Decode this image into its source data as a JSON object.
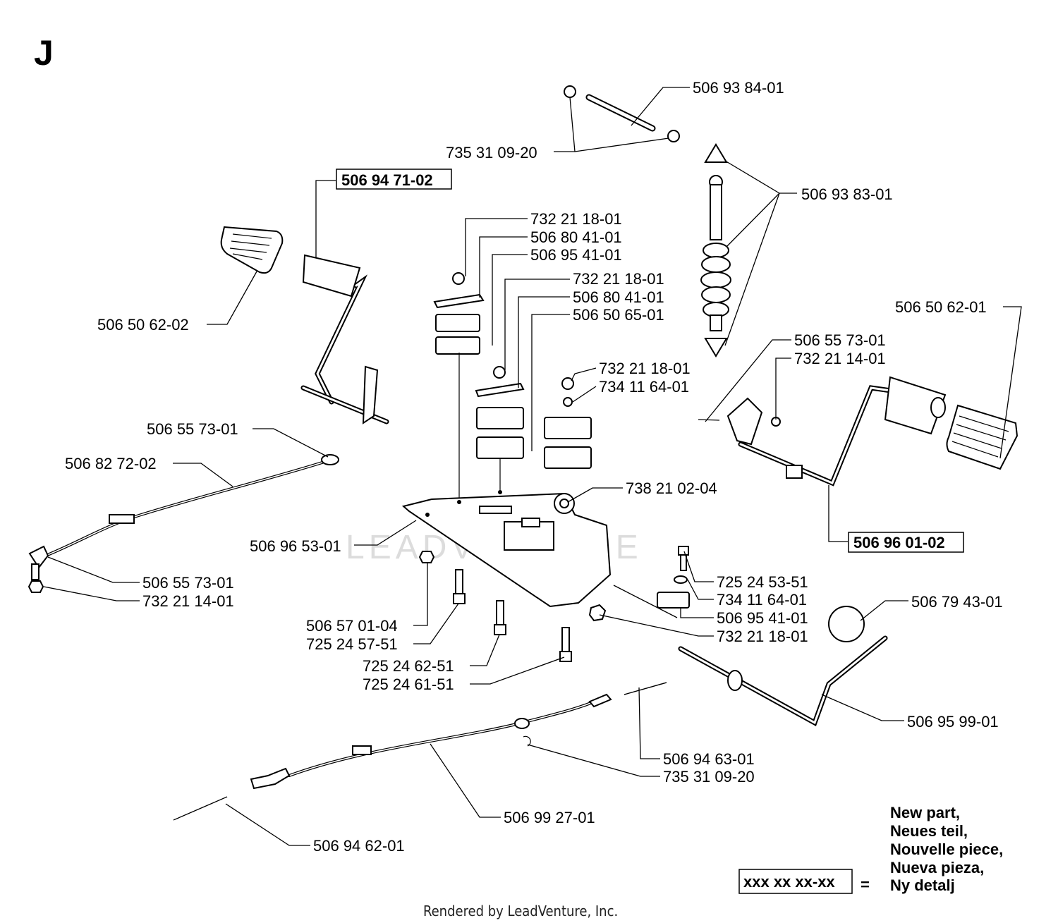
{
  "section_letter": "J",
  "watermark": "LEADVENTURE",
  "footer": "Rendered by LeadVenture, Inc.",
  "legend": {
    "box_code": "xxx xx xx-xx",
    "equals": "=",
    "lines": [
      "New part,",
      "Neues teil,",
      "Nouvelle piece,",
      "Nueva pieza,",
      "Ny detalj"
    ]
  },
  "parts": [
    {
      "no": "506 93 84-01",
      "new": false
    },
    {
      "no": "735 31 09-20",
      "new": false
    },
    {
      "no": "506 93 83-01",
      "new": false
    },
    {
      "no": "506 94 71-02",
      "new": true
    },
    {
      "no": "732 21 18-01",
      "new": false
    },
    {
      "no": "506 80 41-01",
      "new": false
    },
    {
      "no": "506 95 41-01",
      "new": false
    },
    {
      "no": "732 21 18-01",
      "new": false
    },
    {
      "no": "506 80 41-01",
      "new": false
    },
    {
      "no": "506 50 65-01",
      "new": false
    },
    {
      "no": "506 50 62-02",
      "new": false
    },
    {
      "no": "506 50 62-01",
      "new": false
    },
    {
      "no": "506 55 73-01",
      "new": false
    },
    {
      "no": "732 21 14-01",
      "new": false
    },
    {
      "no": "732 21 18-01",
      "new": false
    },
    {
      "no": "734 11 64-01",
      "new": false
    },
    {
      "no": "506 55 73-01",
      "new": false
    },
    {
      "no": "506 82 72-02",
      "new": false
    },
    {
      "no": "738 21 02-04",
      "new": false
    },
    {
      "no": "506 96 01-02",
      "new": true
    },
    {
      "no": "506 96 53-01",
      "new": false
    },
    {
      "no": "506 55 73-01",
      "new": false
    },
    {
      "no": "732 21 14-01",
      "new": false
    },
    {
      "no": "725 24 53-51",
      "new": false
    },
    {
      "no": "734 11 64-01",
      "new": false
    },
    {
      "no": "506 79 43-01",
      "new": false
    },
    {
      "no": "506 95 41-01",
      "new": false
    },
    {
      "no": "506 57 01-04",
      "new": false
    },
    {
      "no": "732 21 18-01",
      "new": false
    },
    {
      "no": "725 24 57-51",
      "new": false
    },
    {
      "no": "725 24 62-51",
      "new": false
    },
    {
      "no": "725 24 61-51",
      "new": false
    },
    {
      "no": "506 95 99-01",
      "new": false
    },
    {
      "no": "506 94 63-01",
      "new": false
    },
    {
      "no": "735 31 09-20",
      "new": false
    },
    {
      "no": "506 99 27-01",
      "new": false
    },
    {
      "no": "506 94 62-01",
      "new": false
    }
  ]
}
